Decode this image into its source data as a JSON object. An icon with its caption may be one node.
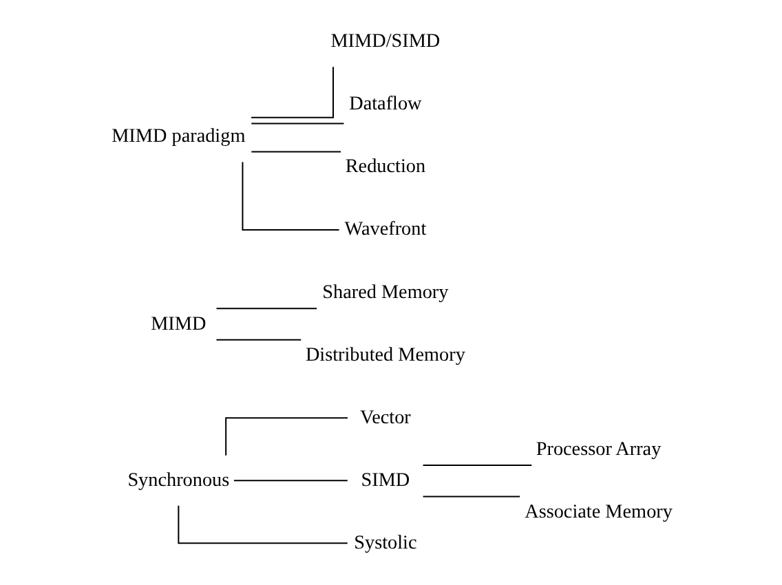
{
  "diagram": {
    "nodes": [
      {
        "text": [
          "Synchronous"
        ]
      },
      {
        "text": [
          "Vector"
        ]
      },
      {
        "text": [
          "SIMD"
        ]
      },
      {
        "text": [
          "Processor Array"
        ]
      },
      {
        "text": [
          "Associate Memory"
        ]
      },
      {
        "text": [
          "Systolic"
        ]
      },
      {
        "text": [
          "MIMD"
        ]
      },
      {
        "text": [
          "Shared Memory"
        ]
      },
      {
        "text": [
          "Distributed Memory"
        ]
      },
      {
        "text": [
          "MIMD paradigm"
        ]
      },
      {
        "text": [
          "MIMD/SIMD"
        ]
      },
      {
        "text": [
          "Dataflow"
        ]
      },
      {
        "text": [
          "Reduction"
        ]
      },
      {
        "text": [
          "Wavefront"
        ]
      }
    ],
    "edges": [
      {
        "from": 0,
        "to": 1,
        "arrow": "none"
      },
      {
        "from": 0,
        "to": 2,
        "arrow": "none"
      },
      {
        "from": 0,
        "to": 5,
        "arrow": "none"
      },
      {
        "from": 2,
        "to": 3,
        "arrow": "none"
      },
      {
        "from": 2,
        "to": 4,
        "arrow": "none"
      },
      {
        "from": 6,
        "to": 7,
        "arrow": "none"
      },
      {
        "from": 6,
        "to": 8,
        "arrow": "none"
      },
      {
        "from": 9,
        "to": 10,
        "arrow": "none"
      },
      {
        "from": 9,
        "to": 11,
        "arrow": "none"
      },
      {
        "from": 9,
        "to": 12,
        "arrow": "none"
      },
      {
        "from": 9,
        "to": 13,
        "arrow": "none"
      }
    ]
  }
}
